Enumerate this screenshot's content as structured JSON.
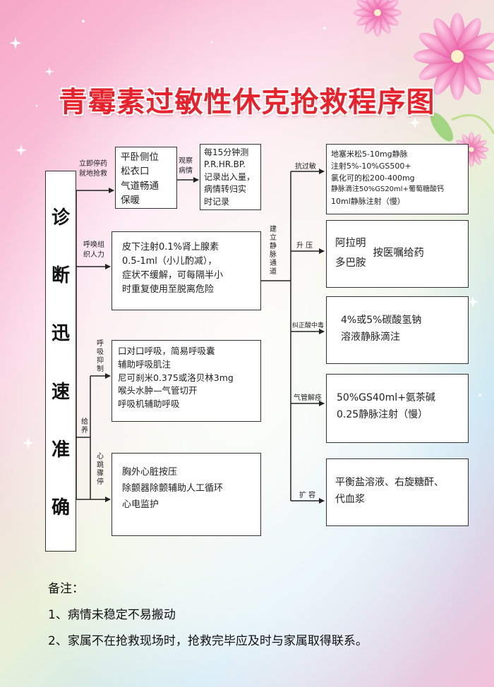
{
  "title": "青霉素过敏性休克抢救程序图",
  "diagnosis": {
    "chars": [
      "诊",
      "断",
      "迅",
      "速",
      "准",
      "确"
    ]
  },
  "branch_labels": {
    "emergency": "立即停药 就地抢救",
    "nurse_group": [
      "呼唤组",
      "织人力"
    ],
    "resp_suppression": [
      "呼",
      "吸",
      "抑",
      "制"
    ],
    "oxygen": [
      "给",
      "养"
    ],
    "cardiac_arrest": [
      "心",
      "跳",
      "骤",
      "停"
    ],
    "observe": [
      "观察",
      "病情"
    ],
    "iv_access": [
      "建",
      "立",
      "静",
      "脉",
      "通",
      "道"
    ]
  },
  "boxes": {
    "position": [
      "平卧侧位",
      "松衣口",
      "气道畅通",
      "保暖"
    ],
    "monitor": [
      "每15分钟测",
      "P.R.HR.BP.",
      "记录出入量，",
      "病情转归实",
      "时记录"
    ],
    "adrenaline": [
      "皮下注射0.1%肾上腺素",
      "0.5-1ml（小儿酌减），",
      "症状不缓解，可每隔半小",
      "时重复使用至脱离危险"
    ],
    "respiration": [
      "口对口呼吸，简易呼吸囊",
      "辅助呼吸肌注",
      "尼可刹米0.375或洛贝林3mg",
      "喉头水肿—气管切开",
      "呼吸机辅助呼吸"
    ],
    "cpr": [
      "胸外心脏按压",
      "除颤器除颤辅助人工循环",
      "心电监护"
    ]
  },
  "right_branches": [
    {
      "label": "抗过敏",
      "lines": [
        "地塞米松5-10mg静脉",
        "注射5%-10%GS500+",
        "氯化可的松200-400mg",
        "静脉滴注50%GS20ml+葡萄糖酸钙",
        "10ml静脉注射（慢）"
      ]
    },
    {
      "label": "升 压",
      "drugs": [
        "阿拉明",
        "多巴胺"
      ],
      "note": "按医嘱给药"
    },
    {
      "label": "纠正酸中毒",
      "lines": [
        "4%或5%碳酸氢钠",
        "溶液静脉滴注"
      ]
    },
    {
      "label": "气管解痉",
      "lines": [
        "50%GS40ml+氨茶碱",
        "0.25静脉注射（慢）"
      ]
    },
    {
      "label": "扩 容",
      "lines": [
        "平衡盐溶液、右旋糖酐、",
        "代血浆"
      ]
    }
  ],
  "notes": {
    "heading": "备注：",
    "items": [
      "1、病情未稳定不易搬动",
      "2、家属不在抢救现场时，抢救完毕应及时与家属取得联系。"
    ]
  },
  "colors": {
    "title": "#e6232c",
    "accent": "#ee4b9a"
  }
}
